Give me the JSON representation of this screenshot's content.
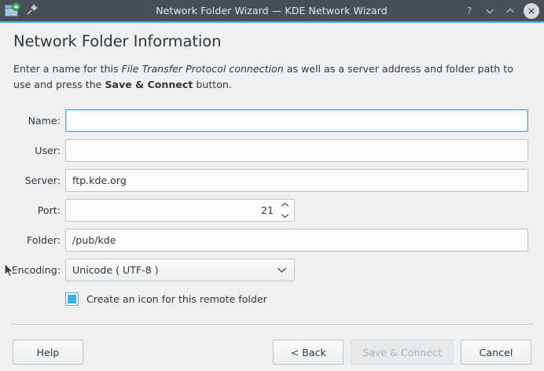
{
  "window": {
    "title": "Network Folder Wizard — KDE Network Wizard",
    "app_icon": "network-folder-add-icon",
    "pin_icon": "pin-icon",
    "help_icon": "help-question-icon",
    "minimize_icon": "chevron-down-icon",
    "maximize_icon": "chevron-up-icon",
    "close_icon": "close-x-icon",
    "titlebar_color": "#475057",
    "accent_color": "#3daee9"
  },
  "page": {
    "title": "Network Folder Information",
    "description_part1": "Enter a name for this ",
    "description_italic": "File Transfer Protocol connection",
    "description_part2": " as well as a server address and folder path to use and press the ",
    "description_bold": "Save & Connect",
    "description_part3": " button."
  },
  "form": {
    "name": {
      "label": "Name:",
      "value": "",
      "placeholder": "",
      "focused": true
    },
    "user": {
      "label": "User:",
      "value": "",
      "placeholder": ""
    },
    "server": {
      "label": "Server:",
      "value": "ftp.kde.org",
      "placeholder": ""
    },
    "port": {
      "label": "Port:",
      "value": "21",
      "spinner_up_icon": "chevron-up-icon",
      "spinner_down_icon": "chevron-down-icon"
    },
    "folder": {
      "label": "Folder:",
      "value": "/pub/kde",
      "placeholder": ""
    },
    "encoding": {
      "label": "Encoding:",
      "value": "Unicode ( UTF-8 )",
      "chevron_icon": "chevron-down-icon"
    },
    "create_icon": {
      "label": "Create an icon for this remote folder",
      "checked": true
    }
  },
  "footer": {
    "help_label": "Help",
    "back_label": "< Back",
    "save_connect_label": "Save & Connect",
    "save_connect_disabled": true,
    "cancel_label": "Cancel"
  }
}
